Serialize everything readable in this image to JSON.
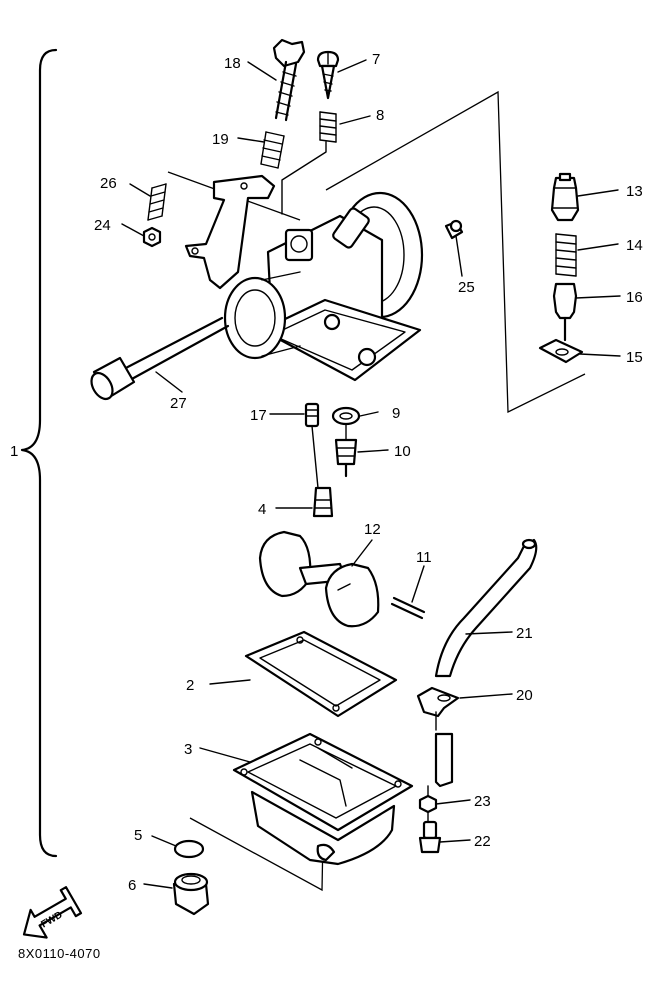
{
  "figure": {
    "drawing_code": "8X0110-4070",
    "fwd_label": "FWD",
    "callouts": [
      "1",
      "2",
      "3",
      "4",
      "5",
      "6",
      "7",
      "8",
      "9",
      "10",
      "11",
      "12",
      "13",
      "14",
      "15",
      "16",
      "17",
      "18",
      "19",
      "20",
      "21",
      "22",
      "23",
      "24",
      "25",
      "26",
      "27"
    ]
  },
  "colors": {
    "ink": "#000000",
    "paper": "#ffffff"
  },
  "icons": [
    "fwd-arrow-icon"
  ]
}
